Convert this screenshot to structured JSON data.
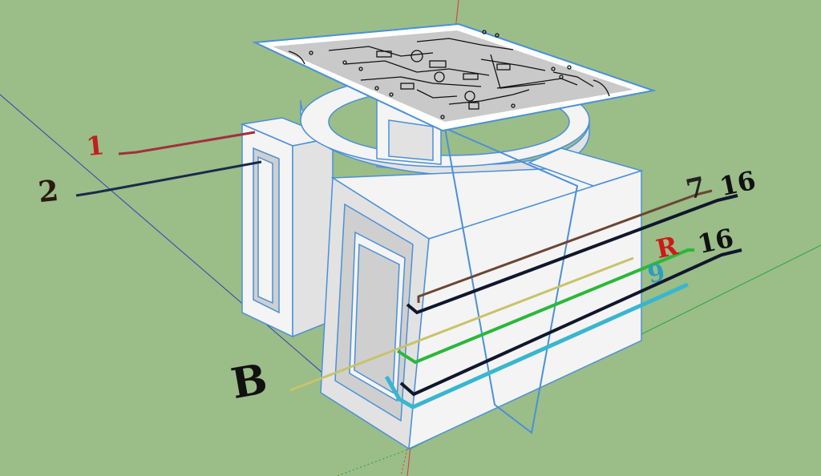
{
  "viewport": {
    "background": "#9bbd88",
    "edge_color": "#4a90d9",
    "face_light": "#f4f4f4",
    "face_mid": "#e2e2e2",
    "face_dark": "#cfcfcf"
  },
  "axes": {
    "red": "#d83a3a",
    "green": "#25a83a",
    "blue": "#2a3fb8"
  },
  "pcb": {
    "fill": "#c9c9c9",
    "trace_color": "#111111"
  },
  "labels": {
    "wire_1": "1",
    "wire_2": "2",
    "wire_7": "7",
    "wire_16_top": "16",
    "wire_R": "R",
    "wire_9": "9",
    "wire_16_bottom": "16",
    "wire_B": "B"
  },
  "wire_colors": {
    "wire_1": "#a0303c",
    "wire_2": "#1a2a4a",
    "wire_7": "#6b4534",
    "wire_16_top": "#10172c",
    "wire_B": "#c8c36a",
    "wire_R": "#2ab83a",
    "wire_16_bottom": "#10172c",
    "wire_9": "#39b6cf"
  },
  "label_colors": {
    "wire_1": "#c0201e",
    "wire_2": "#2a1a10",
    "wire_7": "#222222",
    "wire_16_top": "#111111",
    "wire_R": "#d01818",
    "wire_9": "#2a9ec0",
    "wire_16_bottom": "#111111",
    "wire_B": "#111111"
  }
}
